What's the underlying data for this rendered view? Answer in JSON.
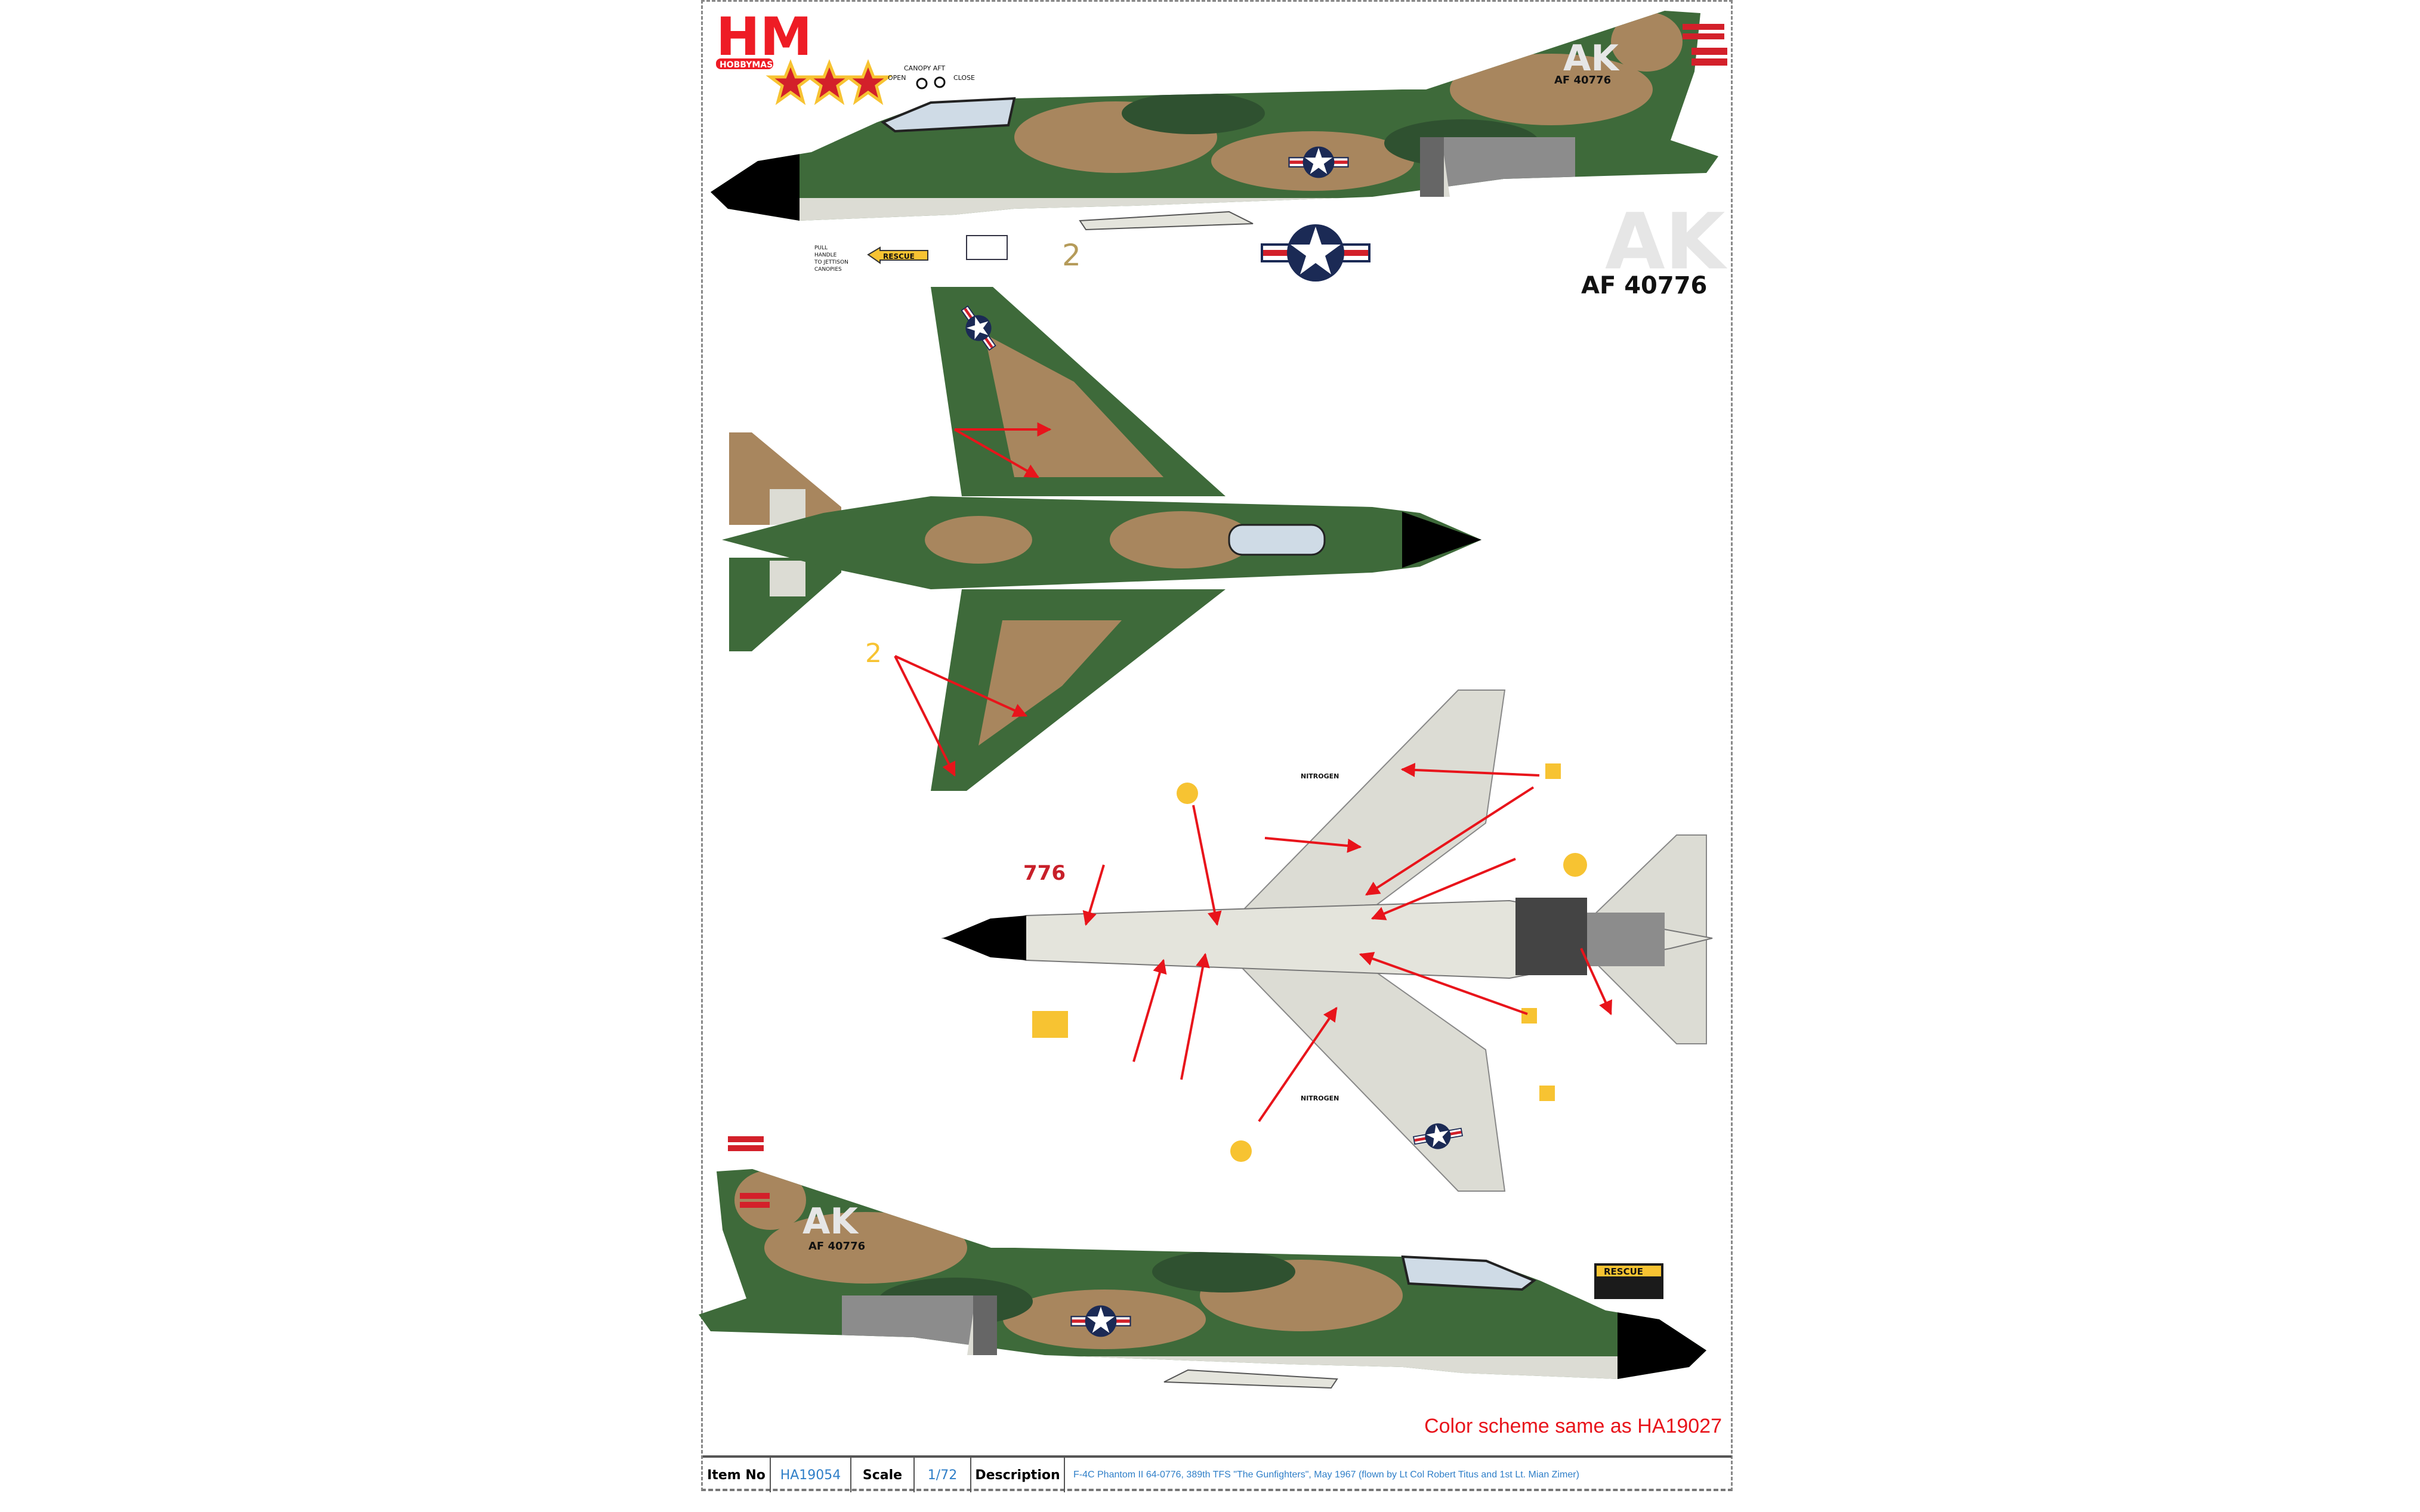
{
  "logo": {
    "letters": "HM",
    "brand": "HOBBYMASTER",
    "color": "#ee1c25"
  },
  "markings": {
    "tail_code": "AK",
    "serial": "AF 40776",
    "nose_number": "776",
    "rescue": "RESCUE",
    "nitrogen": "NITROGEN",
    "canopy_open": "OPEN",
    "canopy_aft": "CANOPY AFT",
    "canopy_close": "CLOSE",
    "jettison_note": [
      "PULL",
      "HANDLE",
      "TO JETTISON",
      "CANOPIES"
    ],
    "side_number": "2"
  },
  "colors": {
    "green": "#3e6a3a",
    "dark_green": "#2f5130",
    "tan": "#a8865e",
    "light_gray": "#dcdcd4",
    "red_arrow": "#e8141b",
    "decal_yellow": "#f7c332",
    "roundel_blue": "#1b2a55"
  },
  "note": "Color scheme same as HA19027",
  "info": {
    "item_no_label": "Item No",
    "item_no": "HA19054",
    "scale_label": "Scale",
    "scale": "1/72",
    "description_label": "Description",
    "description": "F-4C Phantom II 64-0776, 389th TFS \"The Gunfighters\", May 1967 (flown by Lt Col Robert Titus and 1st Lt. Mian Zimer)"
  }
}
